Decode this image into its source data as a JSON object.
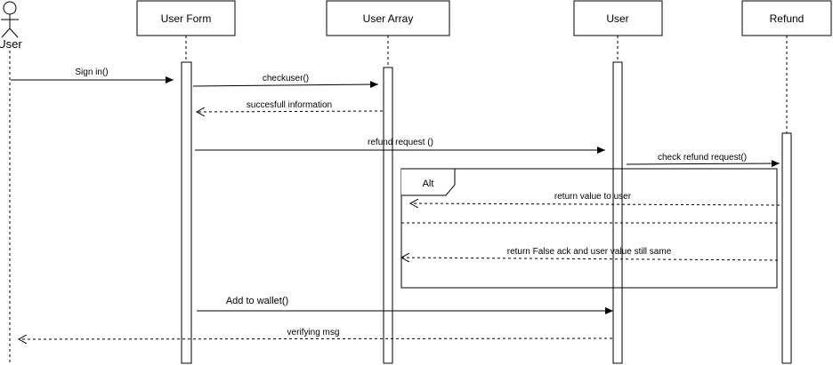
{
  "actor": {
    "label": "User"
  },
  "participants": {
    "user_form": "User Form",
    "user_array": "User Array",
    "user": "User",
    "refund": "Refund"
  },
  "fragment": {
    "label": "Alt"
  },
  "messages": {
    "sign_in": "Sign in()",
    "checkuser": "checkuser()",
    "successful_info": "succesfull information",
    "refund_request": "refund request ()",
    "check_refund_request": "check refund request()",
    "return_value": "return value to user",
    "return_false": "return False ack and user value still same",
    "add_to_wallet": "Add to wallet()",
    "verifying_msg": "verifying msg"
  }
}
